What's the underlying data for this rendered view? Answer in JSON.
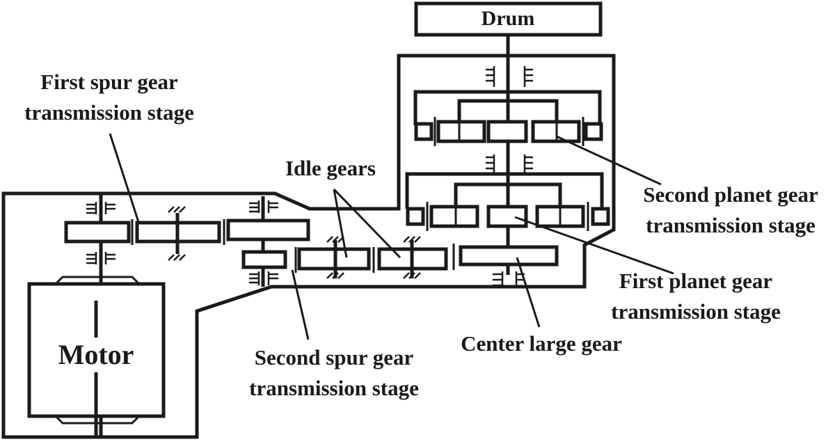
{
  "diagram": {
    "drum_label": "Drum",
    "motor_label": "Motor",
    "labels": {
      "first_spur_line1": "First spur gear",
      "first_spur_line2": "transmission stage",
      "idle_gears": "Idle gears",
      "second_planet_line1": "Second planet gear",
      "second_planet_line2": "transmission stage",
      "first_planet_line1": "First planet gear",
      "first_planet_line2": "transmission stage",
      "center_gear": "Center large gear",
      "second_spur_line1": "Second spur gear",
      "second_spur_line2": "transmission stage"
    }
  }
}
